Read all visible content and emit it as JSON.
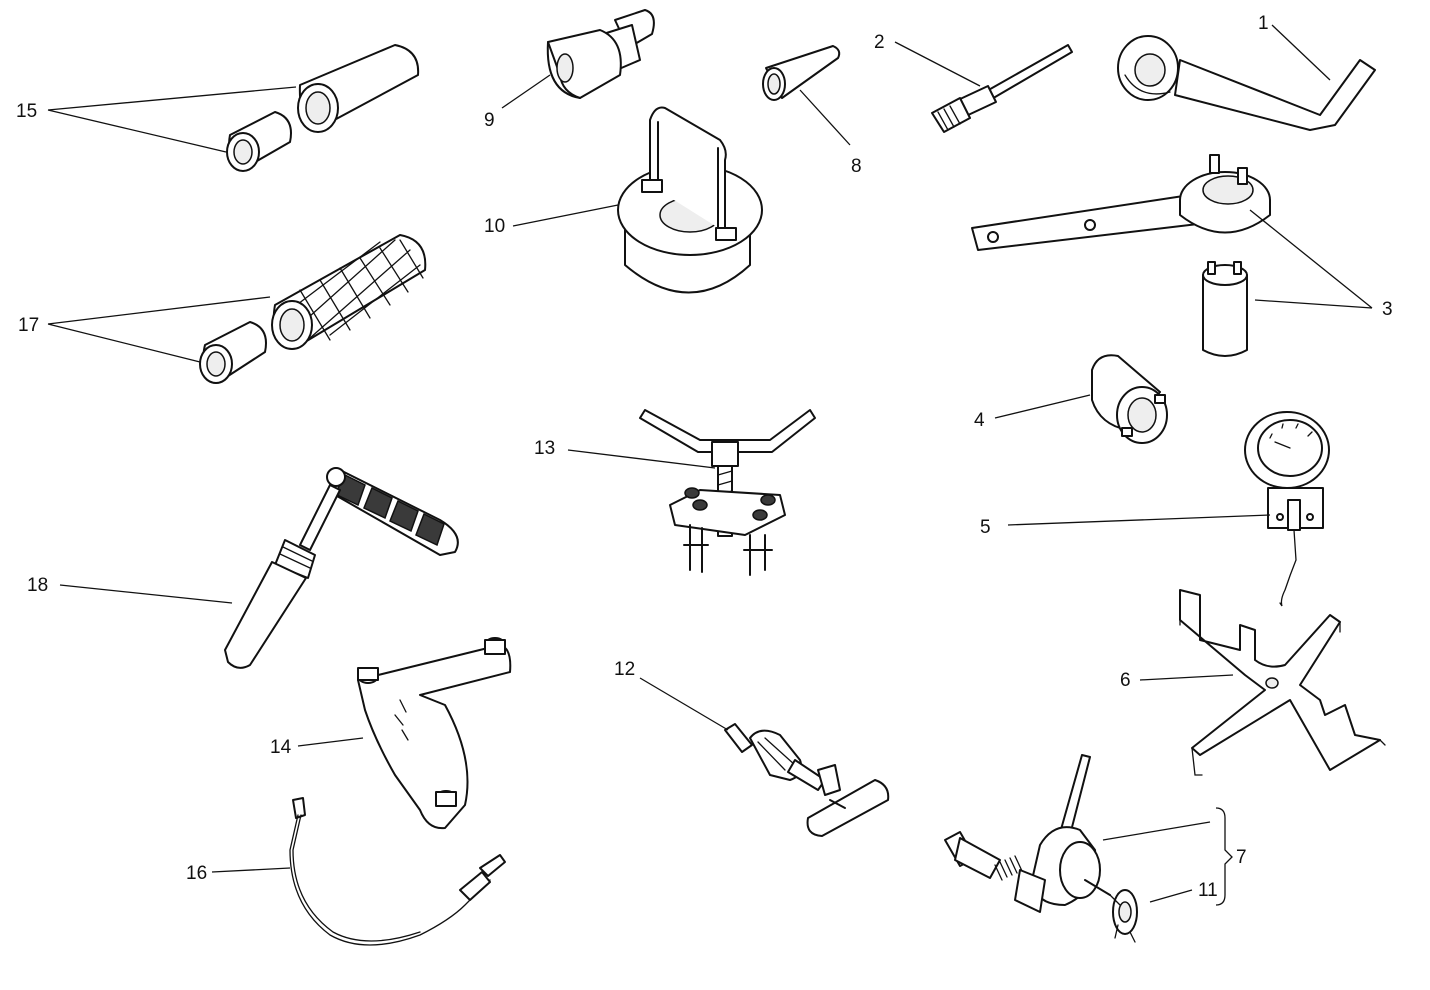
{
  "callouts": {
    "c1": "1",
    "c2": "2",
    "c3": "3",
    "c4": "4",
    "c5": "5",
    "c6": "6",
    "c7": "7",
    "c8": "8",
    "c9": "9",
    "c10": "10",
    "c11": "11",
    "c12": "12",
    "c13": "13",
    "c14": "14",
    "c15": "15",
    "c16": "16",
    "c17": "17",
    "c18": "18"
  },
  "style": {
    "line_color": "#111111",
    "background": "#ffffff",
    "shade_dark": "#3a3a3a",
    "shade_light": "#d9d9d9"
  }
}
